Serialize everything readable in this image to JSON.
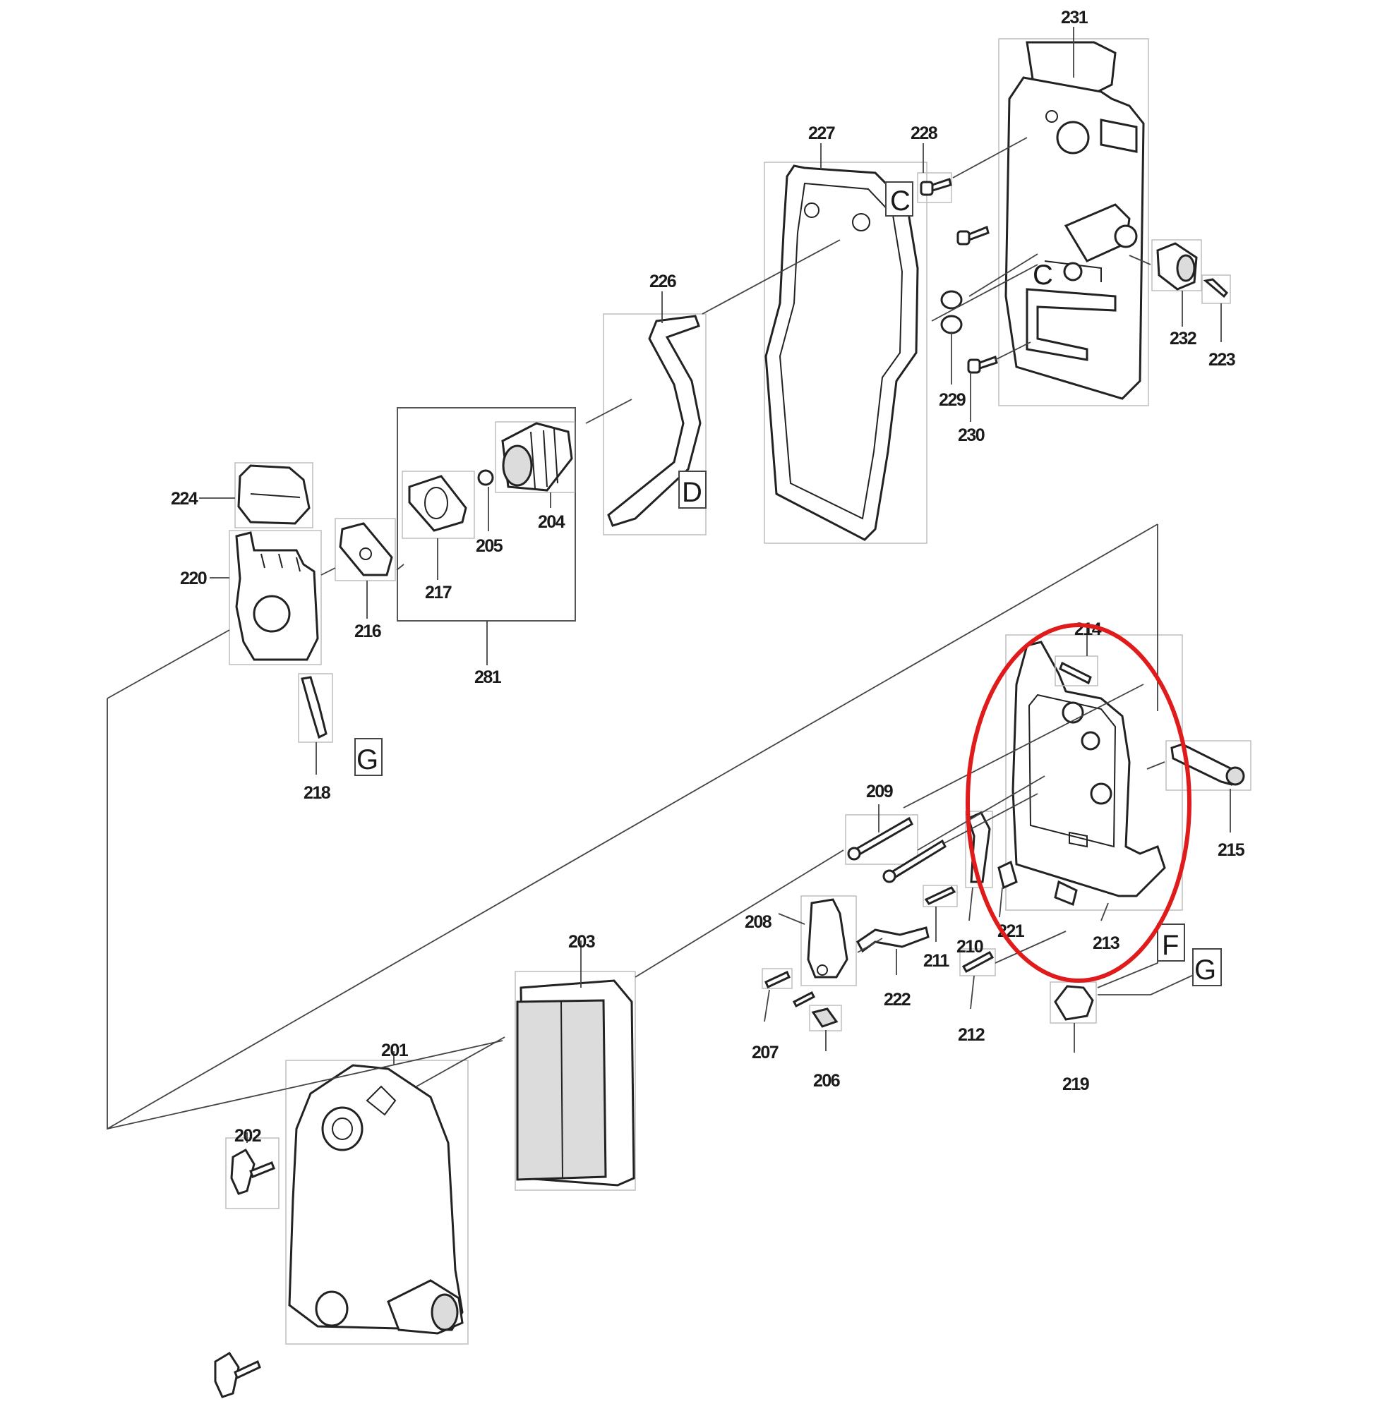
{
  "parts": {
    "p201": "201",
    "p202": "202",
    "p203": "203",
    "p204": "204",
    "p205": "205",
    "p206": "206",
    "p207": "207",
    "p208": "208",
    "p209": "209",
    "p210": "210",
    "p211": "211",
    "p212": "212",
    "p213": "213",
    "p214": "214",
    "p215": "215",
    "p216": "216",
    "p217": "217",
    "p218": "218",
    "p219": "219",
    "p220": "220",
    "p221": "221",
    "p222": "222",
    "p223": "223",
    "p224": "224",
    "p226": "226",
    "p227": "227",
    "p228": "228",
    "p229": "229",
    "p230": "230",
    "p231": "231",
    "p232": "232",
    "p281": "281"
  },
  "refs": {
    "c1": "C",
    "c2": "C",
    "d": "D",
    "f": "F",
    "g1": "G",
    "g2": "G"
  },
  "highlight": {
    "color": "#e01b1b",
    "target": "213"
  }
}
